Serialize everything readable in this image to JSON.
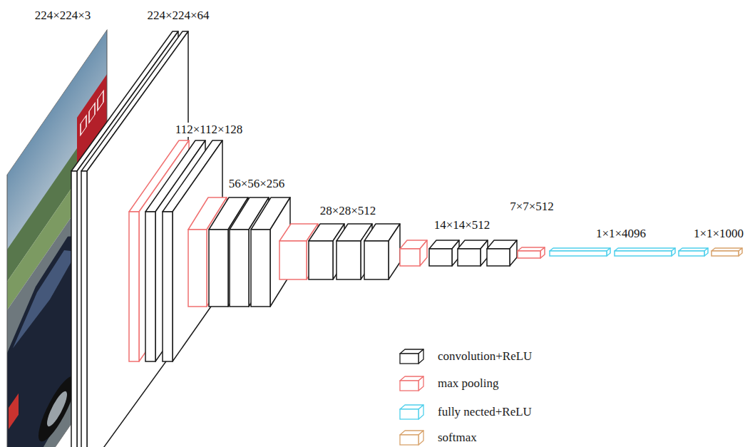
{
  "diagram": {
    "labels": [
      "224×224×3",
      "224×224×64",
      "112×112×128",
      "56×56×256",
      "28×28×512",
      "14×14×512",
      "7×7×512",
      "1×1×4096",
      "1×1×1000"
    ],
    "legend": [
      {
        "text": "convolution+ReLU"
      },
      {
        "text": "max pooling"
      },
      {
        "text": "fully nected+ReLU"
      },
      {
        "text": "softmax"
      }
    ]
  }
}
